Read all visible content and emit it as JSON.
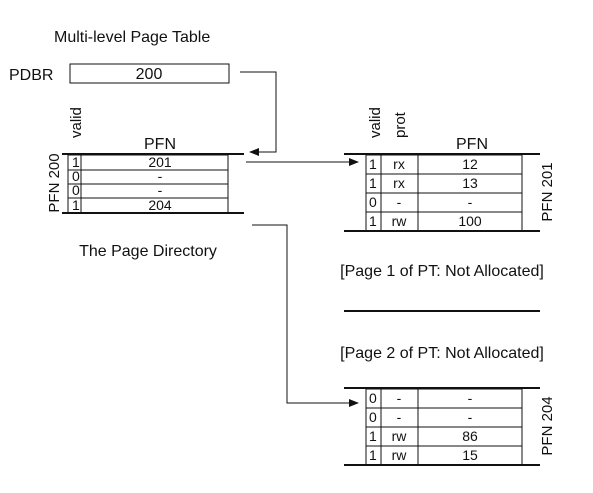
{
  "title": "Multi-level Page Table",
  "pdbr": {
    "label": "PDBR",
    "value": "200"
  },
  "directory": {
    "pfn_label": "PFN 200",
    "headers": {
      "valid": "valid",
      "pfn": "PFN"
    },
    "rows": [
      {
        "valid": "1",
        "pfn": "201"
      },
      {
        "valid": "0",
        "pfn": "-"
      },
      {
        "valid": "0",
        "pfn": "-"
      },
      {
        "valid": "1",
        "pfn": "204"
      }
    ],
    "caption": "The Page Directory"
  },
  "pt201": {
    "pfn_label": "PFN 201",
    "headers": {
      "valid": "valid",
      "prot": "prot",
      "pfn": "PFN"
    },
    "rows": [
      {
        "valid": "1",
        "prot": "rx",
        "pfn": "12"
      },
      {
        "valid": "1",
        "prot": "rx",
        "pfn": "13"
      },
      {
        "valid": "0",
        "prot": "-",
        "pfn": "-"
      },
      {
        "valid": "1",
        "prot": "rw",
        "pfn": "100"
      }
    ]
  },
  "pt204": {
    "pfn_label": "PFN 204",
    "rows": [
      {
        "valid": "0",
        "prot": "-",
        "pfn": "-"
      },
      {
        "valid": "0",
        "prot": "-",
        "pfn": "-"
      },
      {
        "valid": "1",
        "prot": "rw",
        "pfn": "86"
      },
      {
        "valid": "1",
        "prot": "rw",
        "pfn": "15"
      }
    ]
  },
  "notes": {
    "page1": "[Page 1 of PT: Not Allocated]",
    "page2": "[Page 2 of PT: Not Allocated]"
  }
}
